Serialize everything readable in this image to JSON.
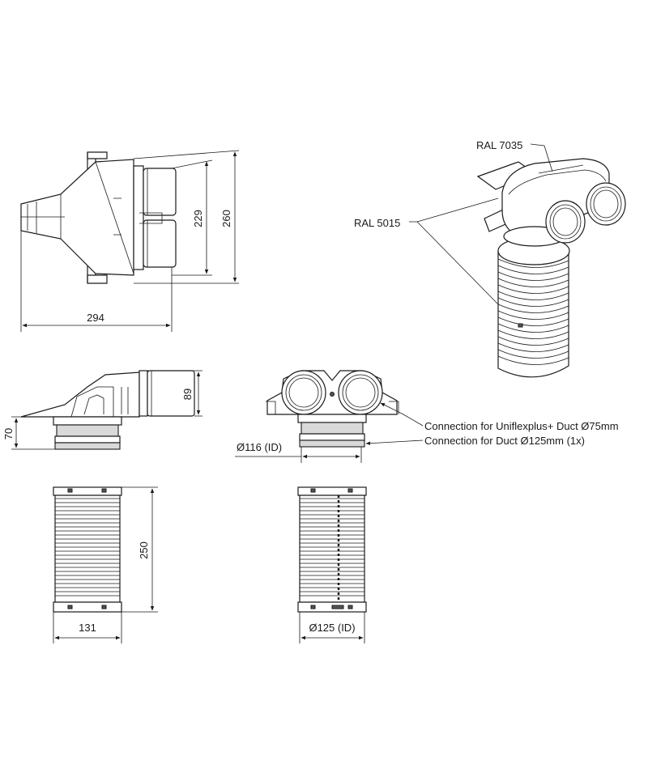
{
  "dimensions": {
    "top_height_inner": "229",
    "top_height_outer": "260",
    "top_length": "294",
    "side_height_upper": "89",
    "side_height_lower": "70",
    "inner_diameter_front": "Ø116 (ID)",
    "hose_height": "250",
    "hose_width": "131",
    "hose_diameter": "Ø125 (ID)"
  },
  "labels": {
    "color_top": "RAL 7035",
    "color_body": "RAL 5015",
    "connection_small": "Connection for Uniflexplus+ Duct Ø75mm",
    "connection_large": "Connection for Duct Ø125mm (1x)"
  }
}
